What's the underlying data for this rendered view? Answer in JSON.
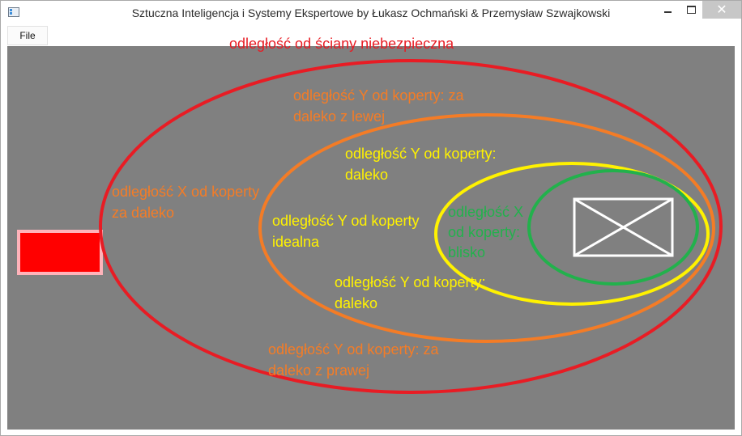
{
  "window": {
    "title": "Sztuczna Inteligencja i Systemy Ekspertowe by Łukasz Ochmański & Przemysław Szwajkowski",
    "controls": {
      "minimize": "",
      "maximize": "",
      "close": "✕"
    }
  },
  "menu": {
    "file_label": "File"
  },
  "colors": {
    "canvas_bg": "#808080",
    "danger_red": "#e81c24",
    "far_orange": "#f47c26",
    "close_yellow": "#fff200",
    "near_green": "#22b14c",
    "envelope": "#ffffff",
    "vehicle_fill": "#ff0000",
    "vehicle_border": "#ffb3ba"
  },
  "zones": {
    "wall_danger": "odległość od ściany niebezpieczna",
    "y_too_far_left_1": "odległość Y od koperty: za",
    "y_too_far_left_2": "daleko z lewej",
    "x_too_far_1": "odległość X od koperty",
    "x_too_far_2": "za daleko",
    "y_far_top_1": "odległość Y od koperty:",
    "y_far_top_2": "daleko",
    "y_ideal_1": "odległość Y od koperty",
    "y_ideal_2": "idealna",
    "x_close_1": "odległość X",
    "x_close_2": "od koperty:",
    "x_close_3": "blisko",
    "y_far_bottom_1": "odległość Y od koperty:",
    "y_far_bottom_2": "daleko",
    "y_too_far_right_1": "odległość Y od koperty: za",
    "y_too_far_right_2": "daleko z prawej"
  }
}
